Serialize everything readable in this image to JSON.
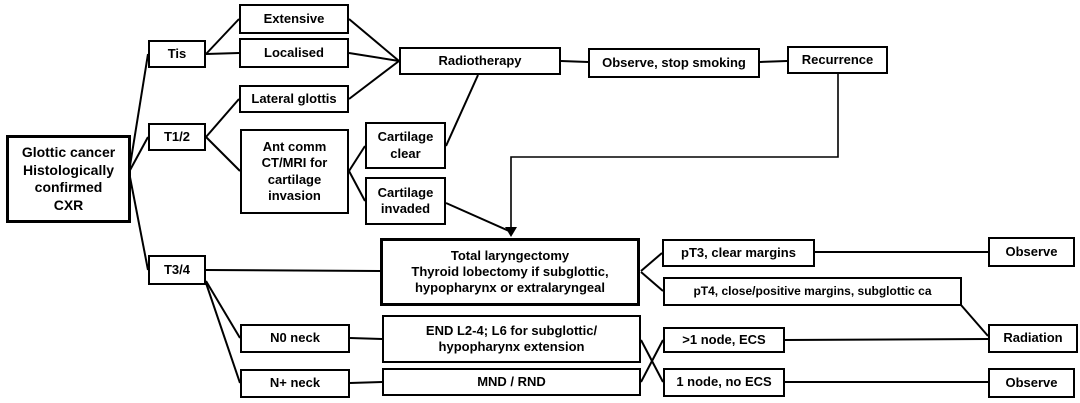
{
  "diagram": {
    "title": "Glottic cancer management flowchart",
    "type": "flowchart"
  },
  "colors": {
    "background": "#ffffff",
    "box_border": "#000000",
    "text": "#000000",
    "line": "#000000"
  },
  "nodes": {
    "root": {
      "label": "Glottic cancer\nHistologically\nconfirmed\nCXR"
    },
    "tis": {
      "label": "Tis"
    },
    "extensive": {
      "label": "Extensive"
    },
    "localised": {
      "label": "Localised"
    },
    "lateral_glottis": {
      "label": "Lateral glottis"
    },
    "t12": {
      "label": "T1/2"
    },
    "ant_comm": {
      "label": "Ant comm\nCT/MRI for\ncartilage\ninvasion"
    },
    "cartilage_clear": {
      "label": "Cartilage\nclear"
    },
    "cartilage_invaded": {
      "label": "Cartilage\ninvaded"
    },
    "radiotherapy": {
      "label": "Radiotherapy"
    },
    "observe_stop_smoking": {
      "label": "Observe, stop smoking"
    },
    "recurrence": {
      "label": "Recurrence"
    },
    "t34": {
      "label": "T3/4"
    },
    "total_laryngectomy": {
      "label": "Total laryngectomy\nThyroid lobectomy if subglottic,\nhypopharynx or extralaryngeal"
    },
    "pt3": {
      "label": "pT3, clear margins"
    },
    "pt4": {
      "label": "pT4, close/positive margins, subglottic ca"
    },
    "observe_top": {
      "label": "Observe"
    },
    "n0_neck": {
      "label": "N0 neck"
    },
    "n_plus_neck": {
      "label": "N+ neck"
    },
    "end_l24": {
      "label": "END L2-4; L6 for subglottic/\nhypopharynx extension"
    },
    "mnd_rnd": {
      "label": "MND / RND"
    },
    "gt1_node": {
      "label": ">1 node, ECS"
    },
    "one_node": {
      "label": "1 node, no ECS"
    },
    "radiation": {
      "label": "Radiation"
    },
    "observe_bottom": {
      "label": "Observe"
    }
  },
  "edges": [
    {
      "from": "root",
      "to": "tis"
    },
    {
      "from": "root",
      "to": "t12"
    },
    {
      "from": "root",
      "to": "t34"
    },
    {
      "from": "tis",
      "to": "extensive"
    },
    {
      "from": "tis",
      "to": "localised"
    },
    {
      "from": "extensive",
      "to": "radiotherapy"
    },
    {
      "from": "localised",
      "to": "radiotherapy"
    },
    {
      "from": "lateral_glottis",
      "to": "radiotherapy"
    },
    {
      "from": "t12",
      "to": "lateral_glottis"
    },
    {
      "from": "t12",
      "to": "ant_comm"
    },
    {
      "from": "ant_comm",
      "to": "cartilage_clear"
    },
    {
      "from": "ant_comm",
      "to": "cartilage_invaded"
    },
    {
      "from": "cartilage_clear",
      "to": "radiotherapy"
    },
    {
      "from": "cartilage_invaded",
      "to": "total_laryngectomy",
      "arrow": true
    },
    {
      "from": "radiotherapy",
      "to": "observe_stop_smoking"
    },
    {
      "from": "observe_stop_smoking",
      "to": "recurrence"
    },
    {
      "from": "recurrence",
      "to": "total_laryngectomy",
      "arrow": true
    },
    {
      "from": "t34",
      "to": "total_laryngectomy"
    },
    {
      "from": "t34",
      "to": "n0_neck"
    },
    {
      "from": "t34",
      "to": "n_plus_neck"
    },
    {
      "from": "total_laryngectomy",
      "to": "pt3"
    },
    {
      "from": "total_laryngectomy",
      "to": "pt4"
    },
    {
      "from": "pt3",
      "to": "observe_top"
    },
    {
      "from": "pt4",
      "to": "radiation"
    },
    {
      "from": "n0_neck",
      "to": "end_l24"
    },
    {
      "from": "n_plus_neck",
      "to": "mnd_rnd"
    },
    {
      "from": "end_l24",
      "to": "one_node"
    },
    {
      "from": "mnd_rnd",
      "to": "gt1_node"
    },
    {
      "from": "gt1_node",
      "to": "radiation"
    },
    {
      "from": "one_node",
      "to": "observe_bottom"
    }
  ]
}
